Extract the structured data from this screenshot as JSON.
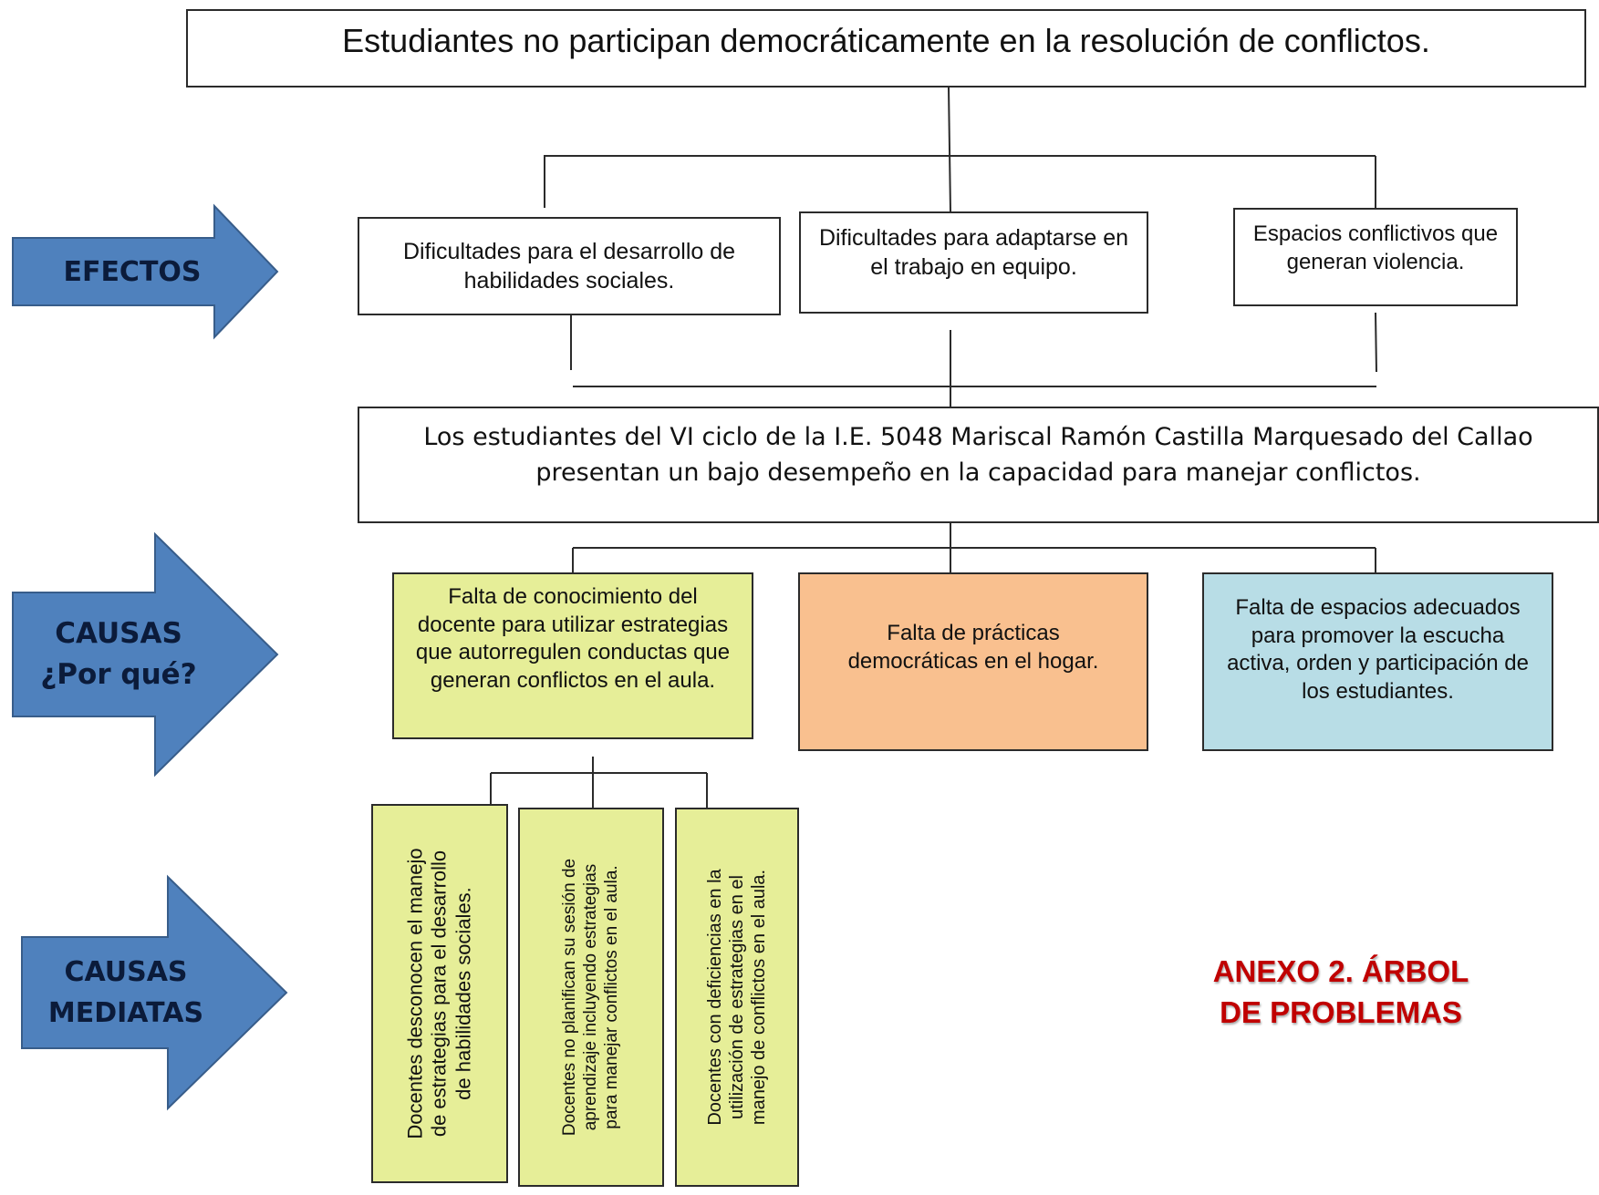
{
  "problem": "Estudiantes no participan democráticamente en la resolución de conflictos.",
  "effects_label": "EFECTOS",
  "effects": [
    "Dificultades para el desarrollo de habilidades sociales.",
    "Dificultades para adaptarse en el trabajo en equipo.",
    "Espacios conflictivos que generan violencia."
  ],
  "central_problem": "Los estudiantes del VI ciclo de la I.E. 5048 Mariscal Ramón Castilla Marquesado del Callao presentan un bajo desempeño en la capacidad  para manejar conflictos.",
  "causes_label_line1": "CAUSAS",
  "causes_label_line2": "¿Por qué?",
  "causes": [
    "Falta de conocimiento del docente para utilizar estrategias que autorregulen conductas que generan conflictos en el aula.",
    "Falta de prácticas democráticas en el hogar.",
    "Falta de espacios adecuados para promover la escucha activa, orden y participación de los estudiantes."
  ],
  "mediate_label_line1": "CAUSAS",
  "mediate_label_line2": "MEDIATAS",
  "mediate_causes": [
    "Docentes desconocen el manejo\nde estrategias para el desarrollo\nde habilidades sociales.",
    "Docentes no planifican  su sesión de\naprendizaje incluyendo estrategias\npara manejar conflictos en el aula.",
    "Docentes con deficiencias en la\nutilización de estrategias  en el\nmanejo de conflictos en el aula."
  ],
  "annex_line1": "ANEXO 2. ÁRBOL",
  "annex_line2": "DE PROBLEMAS",
  "colors": {
    "arrow_fill": "#4f81bd",
    "arrow_stroke": "#385d8a",
    "cause_1": "#e6ee98",
    "cause_2": "#f9c08f",
    "cause_3": "#b8dde6",
    "annex_text": "#c00000"
  }
}
